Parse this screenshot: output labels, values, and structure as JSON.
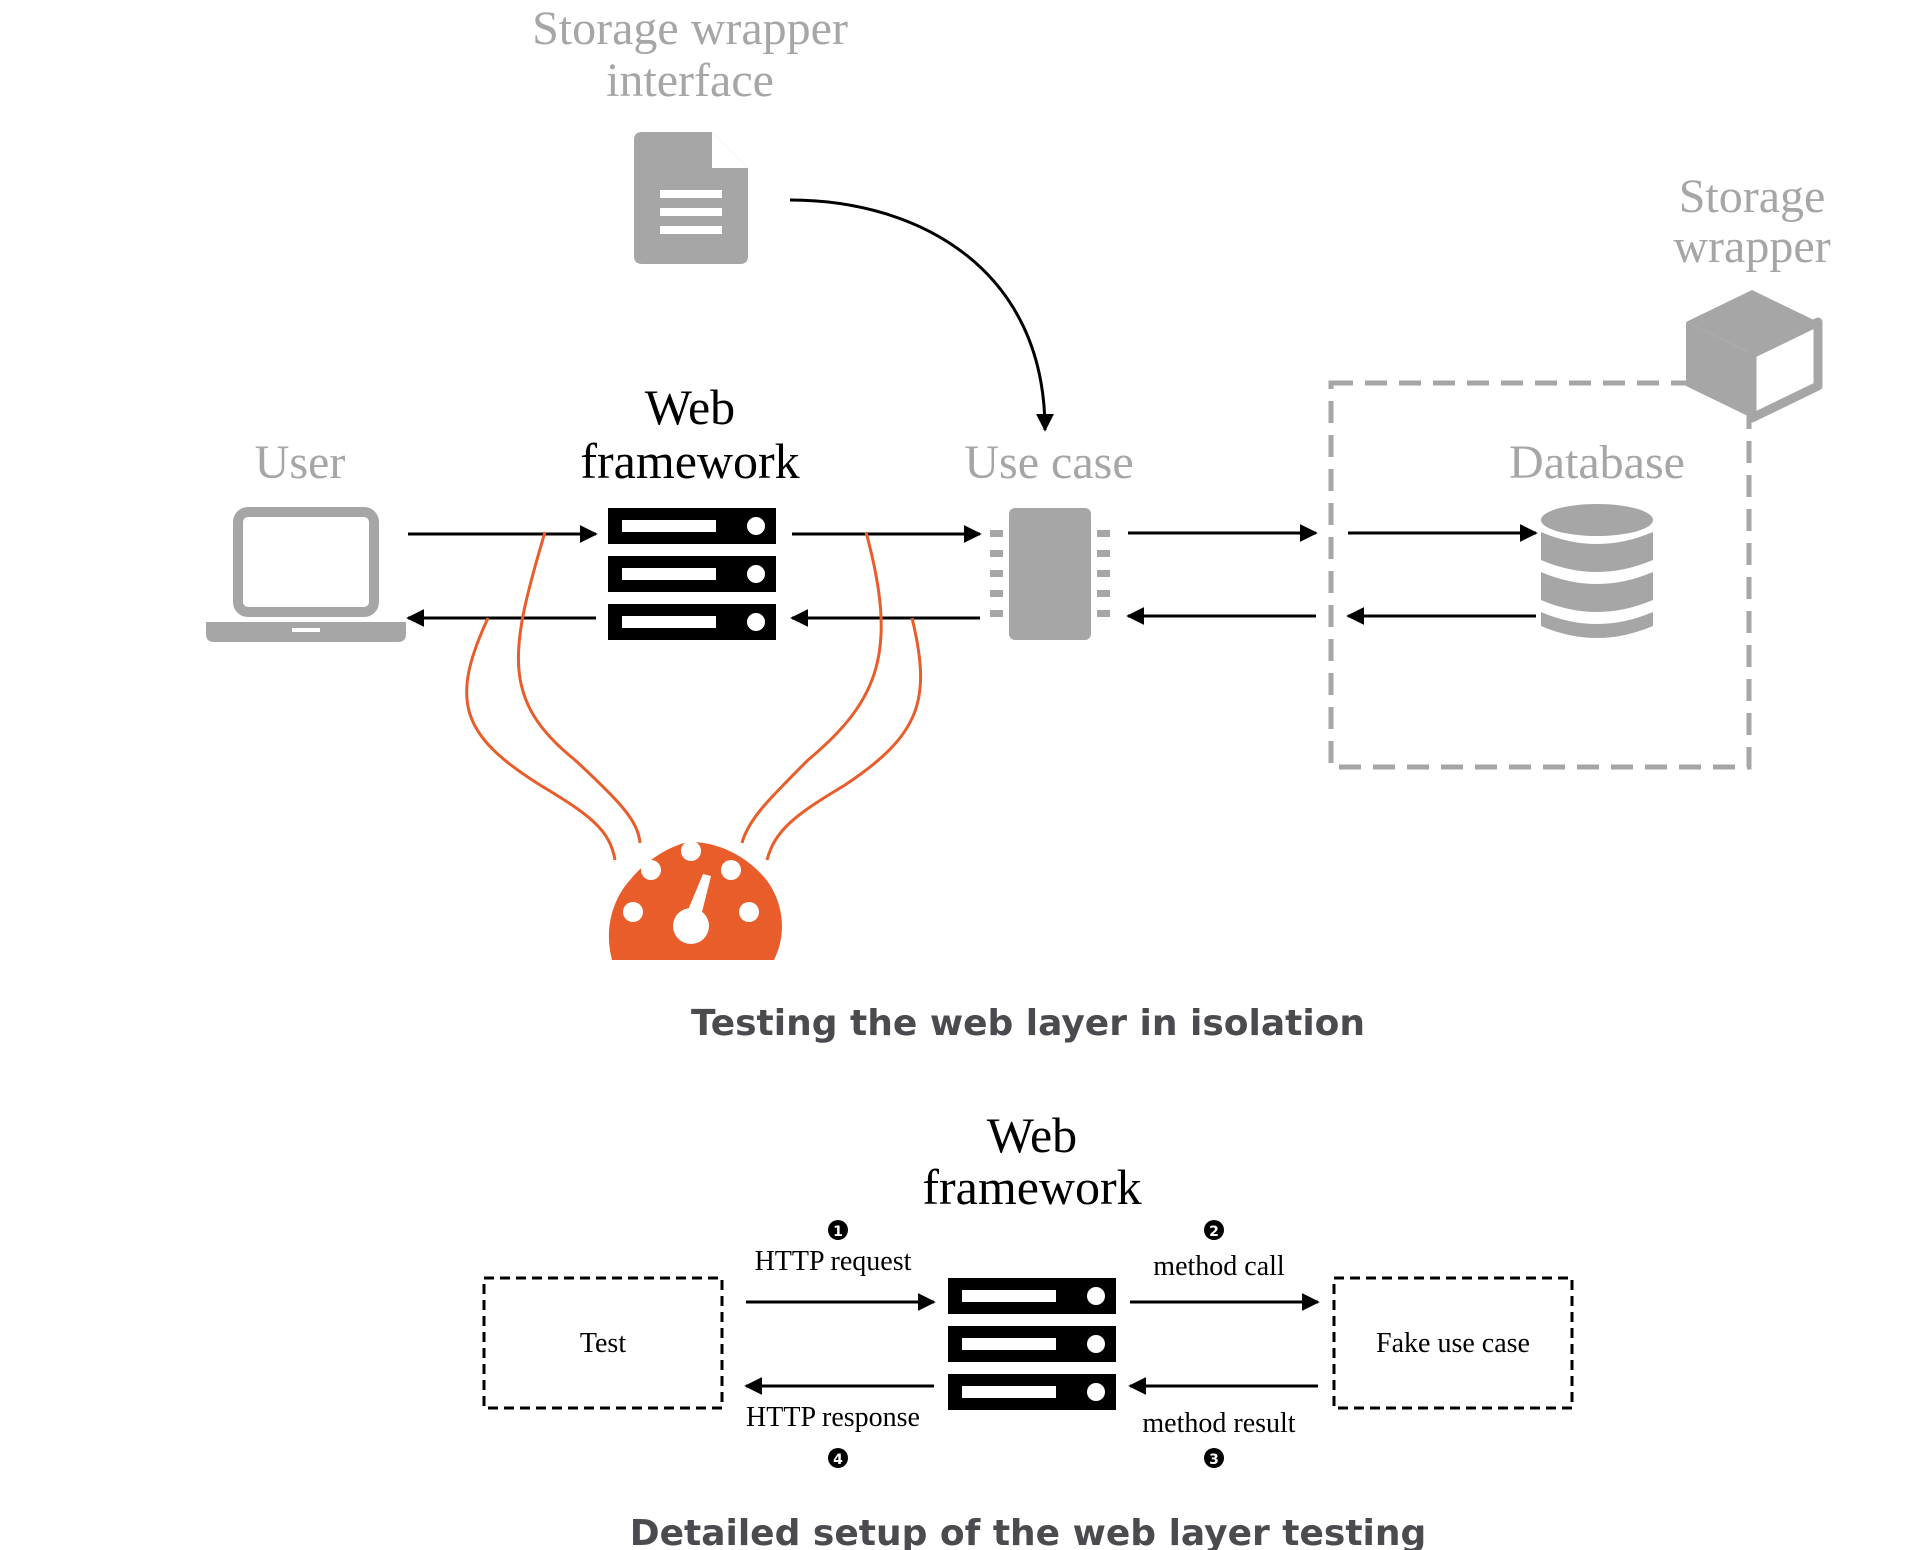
{
  "colors": {
    "gray": "#a6a6a6",
    "black": "#000000",
    "orange": "#e85d2a",
    "caption": "#4a4a4f"
  },
  "diagram1": {
    "storage_interface_label": [
      "Storage wrapper",
      "interface"
    ],
    "storage_wrapper_label": [
      "Storage",
      "wrapper"
    ],
    "user_label": "User",
    "web_framework_label": [
      "Web",
      "framework"
    ],
    "use_case_label": "Use case",
    "database_label": "Database",
    "caption": "Testing the web layer in isolation"
  },
  "diagram2": {
    "web_framework_label": [
      "Web",
      "framework"
    ],
    "test_label": "Test",
    "fake_use_case_label": "Fake use case",
    "http_request_label": "HTTP request",
    "http_response_label": "HTTP response",
    "method_call_label": "method call",
    "method_result_label": "method result",
    "step_1": "1",
    "step_2": "2",
    "step_3": "3",
    "step_4": "4",
    "caption": "Detailed setup of the web layer testing"
  },
  "icons": {
    "document": "document-icon",
    "cube": "cube-icon",
    "laptop": "laptop-icon",
    "server": "server-icon",
    "chip": "chip-icon",
    "database": "database-icon",
    "gauge": "gauge-icon"
  }
}
